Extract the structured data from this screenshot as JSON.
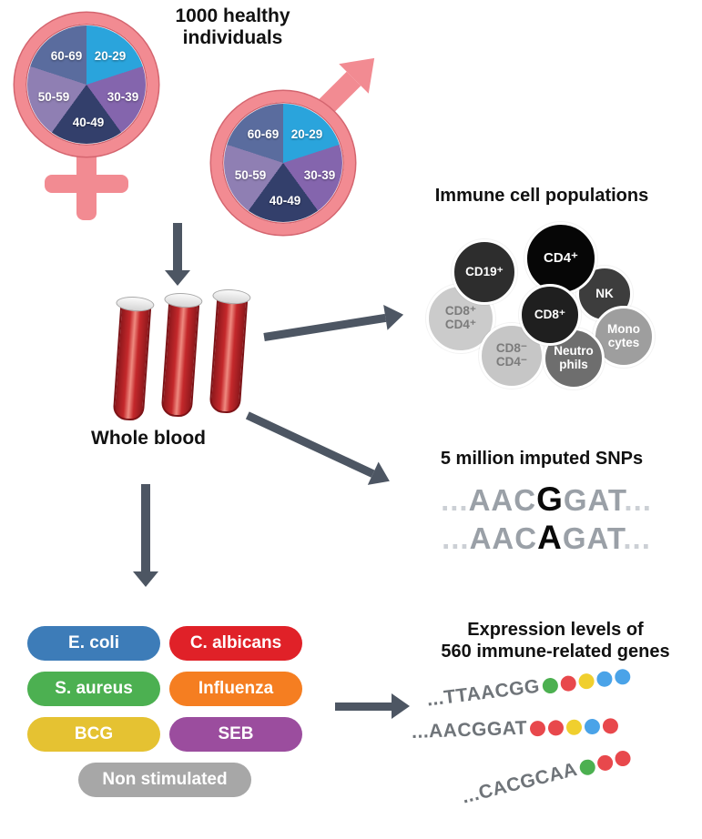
{
  "colors": {
    "symbol_pink": "#f28b92",
    "arrow_gray": "#4d5663",
    "blood_red": "#c0272d"
  },
  "header": {
    "title": "1000 healthy\nindividuals"
  },
  "demographics": {
    "chart_type": "pie",
    "age_groups": [
      "20-29",
      "30-39",
      "40-49",
      "50-59",
      "60-69"
    ],
    "segment_colors": [
      "#2aa4dc",
      "#8465ad",
      "#333f6b",
      "#8f7fb3",
      "#5a6c9e"
    ]
  },
  "blood": {
    "label": "Whole blood"
  },
  "immune": {
    "title": "Immune cell populations",
    "cells": [
      {
        "label": "CD19⁺",
        "color": "#2d2d2d"
      },
      {
        "label": "CD4⁺",
        "color": "#060606"
      },
      {
        "label": "NK",
        "color": "#3d3d3d"
      },
      {
        "label": "CD8⁺",
        "color": "#1f1f1f"
      },
      {
        "label": "CD8⁺\nCD4⁺",
        "color": "#cbcbcb"
      },
      {
        "label": "Mono\ncytes",
        "color": "#9e9e9e"
      },
      {
        "label": "CD8⁻\nCD4⁻",
        "color": "#c6c6c6"
      },
      {
        "label": "Neutro\nphils",
        "color": "#6e6e6e"
      }
    ]
  },
  "snps": {
    "title": "5 million imputed SNPs",
    "sequences": [
      {
        "leading": "...",
        "pre": "AAC",
        "variant": "G",
        "post": "GAT",
        "trailing": "..."
      },
      {
        "leading": "...",
        "pre": "AAC",
        "variant": "A",
        "post": "GAT",
        "trailing": "..."
      }
    ]
  },
  "stimulations": {
    "items": [
      {
        "label": "E. coli",
        "color": "#3d7cb8"
      },
      {
        "label": "C. albicans",
        "color": "#e02128"
      },
      {
        "label": "S. aureus",
        "color": "#4cb051"
      },
      {
        "label": "Influenza",
        "color": "#f57e21"
      },
      {
        "label": "BCG",
        "color": "#e5c232"
      },
      {
        "label": "SEB",
        "color": "#9b4d9e"
      },
      {
        "label": "Non stimulated",
        "color": "#a7a7a7"
      }
    ]
  },
  "expression": {
    "title": "Expression levels of\n560 immune-related genes",
    "rows": [
      {
        "sequence": "...TTAACGG",
        "dots": [
          "#4cb050",
          "#e8484c",
          "#f0cf2e",
          "#4aa3e8",
          "#4aa3e8"
        ]
      },
      {
        "sequence": "...AACGGAT",
        "dots": [
          "#e8484c",
          "#e8484c",
          "#f0cf2e",
          "#4aa3e8",
          "#e8484c"
        ]
      },
      {
        "sequence": "...CACGCAA",
        "dots": [
          "#4cb050",
          "#e8484c",
          "#e8484c"
        ]
      }
    ]
  }
}
